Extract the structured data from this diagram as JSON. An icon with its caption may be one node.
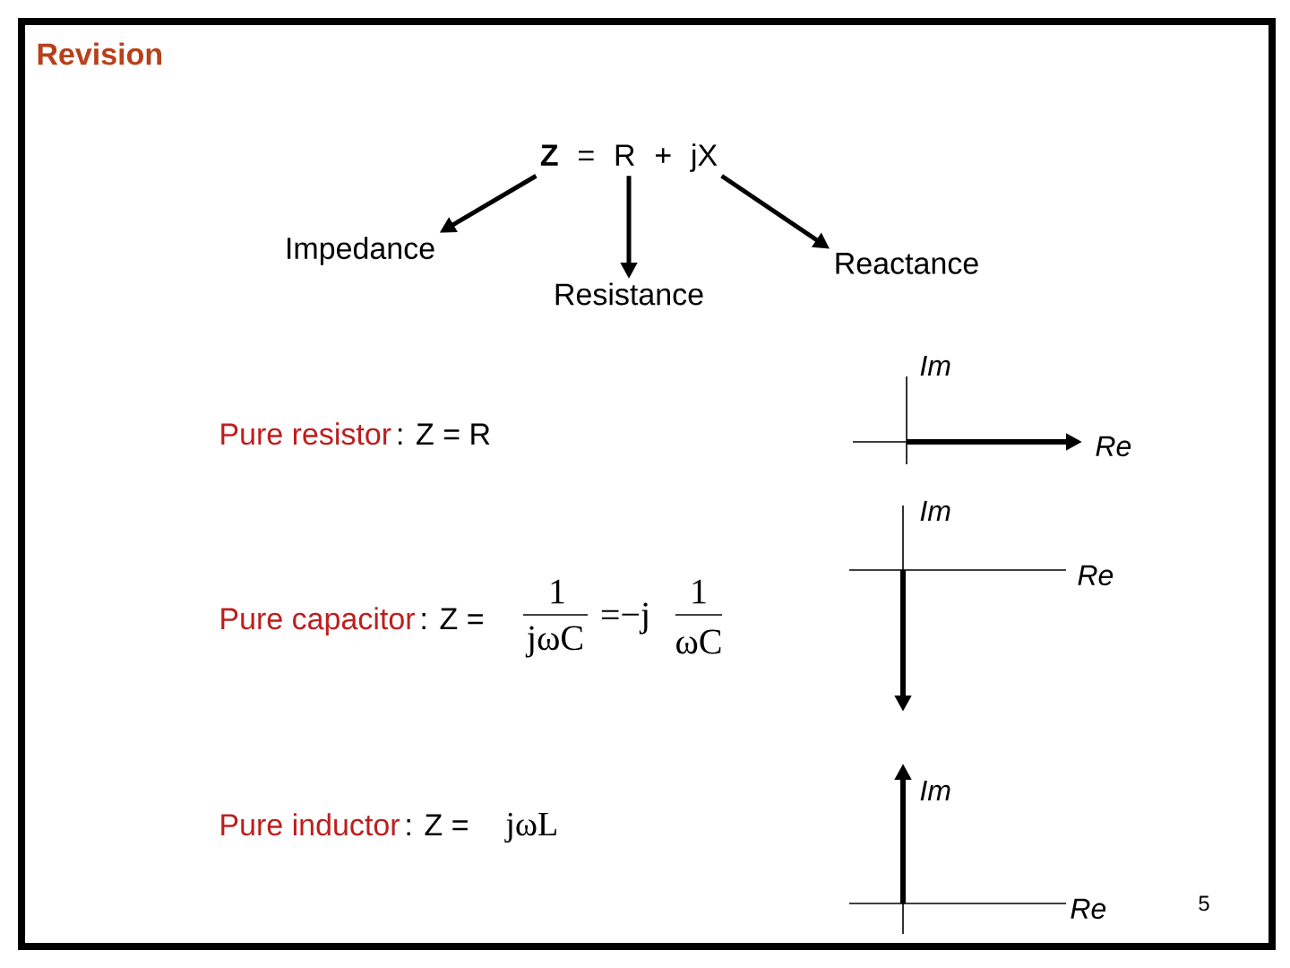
{
  "diagram": {
    "title": "Revision",
    "nodes": [
      {
        "text": [
          "**Z** = R + jX"
        ]
      },
      {
        "text": [
          "Impedance"
        ]
      },
      {
        "text": [
          "Resistance"
        ]
      },
      {
        "text": [
          "Reactance"
        ]
      }
    ],
    "edges": [
      {
        "from": 0,
        "to": 1,
        "arrow": "to"
      },
      {
        "from": 0,
        "to": 2,
        "arrow": "to"
      },
      {
        "from": 0,
        "to": 3,
        "arrow": "to"
      }
    ],
    "labels": [
      "Im",
      "Pure resistor",
      ": Z = R",
      "Re",
      "Im",
      "Re",
      "Pure capacitor",
      ": Z =",
      "1",
      "jωC",
      "=−j",
      "1",
      "ωC",
      "Im",
      "Pure inductor",
      ": Z =",
      "jωL",
      "Re",
      "5"
    ]
  }
}
